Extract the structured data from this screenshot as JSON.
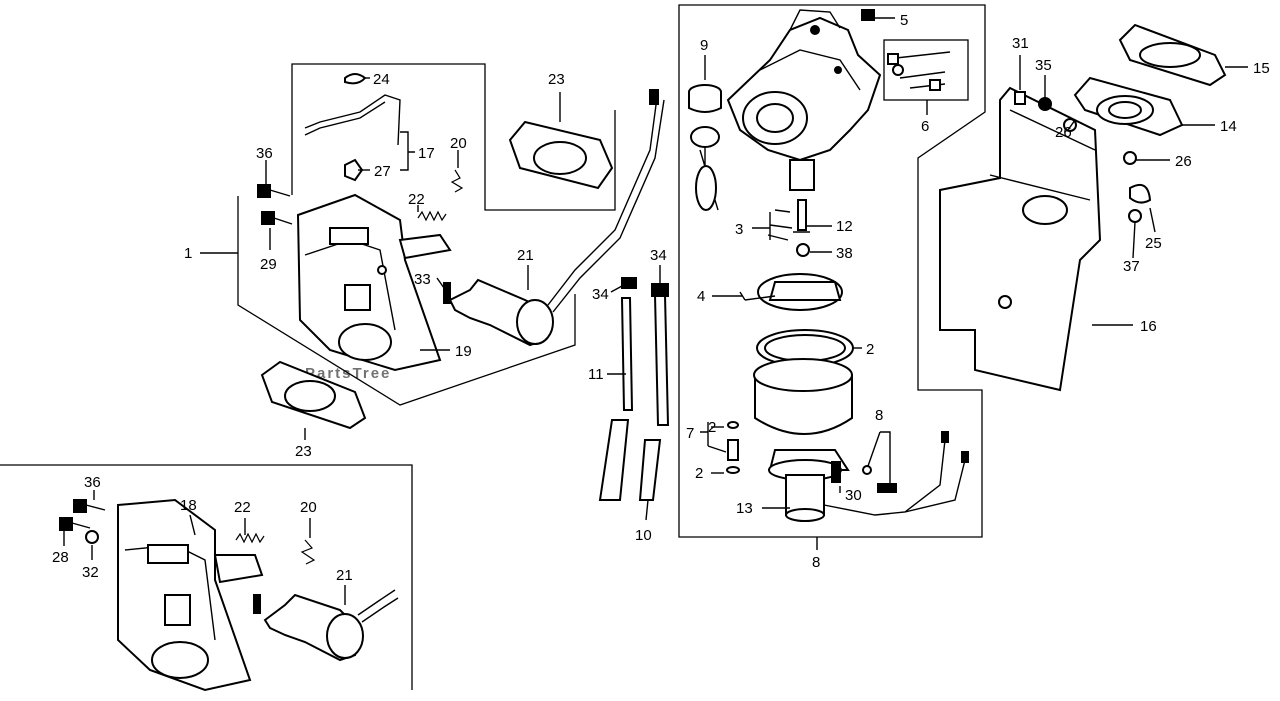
{
  "watermark": "PartsTree",
  "callouts": [
    "1",
    "2",
    "3",
    "4",
    "5",
    "6",
    "7",
    "8",
    "9",
    "10",
    "11",
    "12",
    "13",
    "14",
    "15",
    "16",
    "17",
    "18",
    "19",
    "20",
    "21",
    "22",
    "23",
    "24",
    "25",
    "26",
    "27",
    "28",
    "29",
    "30",
    "31",
    "32",
    "33",
    "34",
    "35",
    "36",
    "37",
    "38"
  ],
  "labels": {
    "c5": "5",
    "c9": "9",
    "c6": "6",
    "c12": "12",
    "c3": "3",
    "c38": "38",
    "c4": "4",
    "c2a": "2",
    "c34a": "34",
    "c34b": "34",
    "c11": "11",
    "c10": "10",
    "c7": "7",
    "c2b": "2",
    "c2c": "2",
    "c8a": "8",
    "c30": "30",
    "c13": "13",
    "c8b": "8",
    "c31": "31",
    "c35": "35",
    "c15": "15",
    "c14": "14",
    "c26a": "26",
    "c26b": "26",
    "c25": "25",
    "c37": "37",
    "c16": "16",
    "c24": "24",
    "c23a": "23",
    "c36a": "36",
    "c20a": "20",
    "c17": "17",
    "c27": "27",
    "c22a": "22",
    "c1": "1",
    "c29": "29",
    "c33": "33",
    "c21a": "21",
    "c19": "19",
    "c23b": "23",
    "c36b": "36",
    "c18": "18",
    "c22b": "22",
    "c20b": "20",
    "c28": "28",
    "c32": "32",
    "c21b": "21"
  }
}
